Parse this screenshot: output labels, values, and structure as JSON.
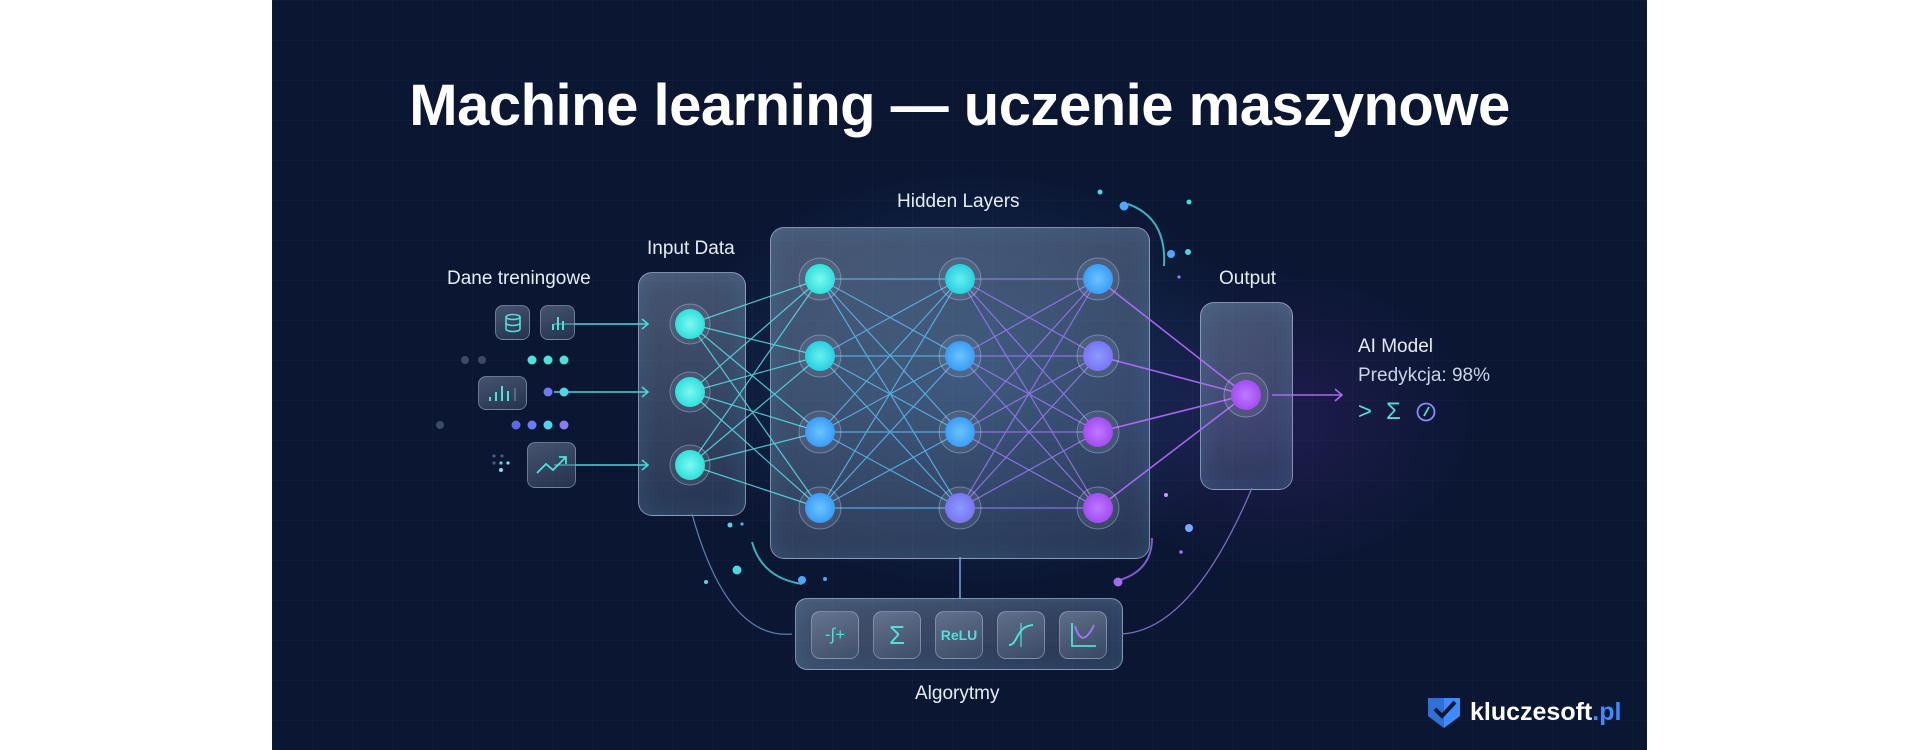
{
  "title": "Machine learning — uczenie maszynowe",
  "colors": {
    "background": "#0b1633",
    "page": "#ffffff",
    "cyan": "#4fe0d8",
    "blue": "#4aa8ff",
    "purple": "#b35cff",
    "brand": "#3d8bff"
  },
  "sections": {
    "training": {
      "label": "Dane treningowe",
      "icons": [
        "database-icon",
        "bar-chart-icon",
        "bar-chart-icon",
        "trend-up-icon"
      ]
    },
    "input": {
      "label": "Input Data",
      "nodes": 3
    },
    "hidden": {
      "label": "Hidden Layers",
      "layers": 3,
      "nodes_per_layer": 4
    },
    "output": {
      "label": "Output",
      "nodes": 1
    },
    "algorithms": {
      "label": "Algorytmy",
      "items": [
        {
          "name": "sign-function",
          "glyph": "-∫+"
        },
        {
          "name": "sum",
          "glyph": "Σ"
        },
        {
          "name": "relu",
          "glyph": "ReLU"
        },
        {
          "name": "sigmoid",
          "glyph": "∫"
        },
        {
          "name": "loss-curve",
          "glyph": "∪"
        }
      ]
    }
  },
  "result": {
    "title": "AI Model",
    "prediction_label": "Predykcja: 98%",
    "prediction_value": 98,
    "icons": [
      {
        "name": "chevron-right-icon",
        "glyph": ">"
      },
      {
        "name": "sigma-icon",
        "glyph": "Σ"
      },
      {
        "name": "gauge-icon",
        "glyph": "◔"
      }
    ]
  },
  "logo": {
    "name": "kluczesoft",
    "tld": ".pl"
  }
}
